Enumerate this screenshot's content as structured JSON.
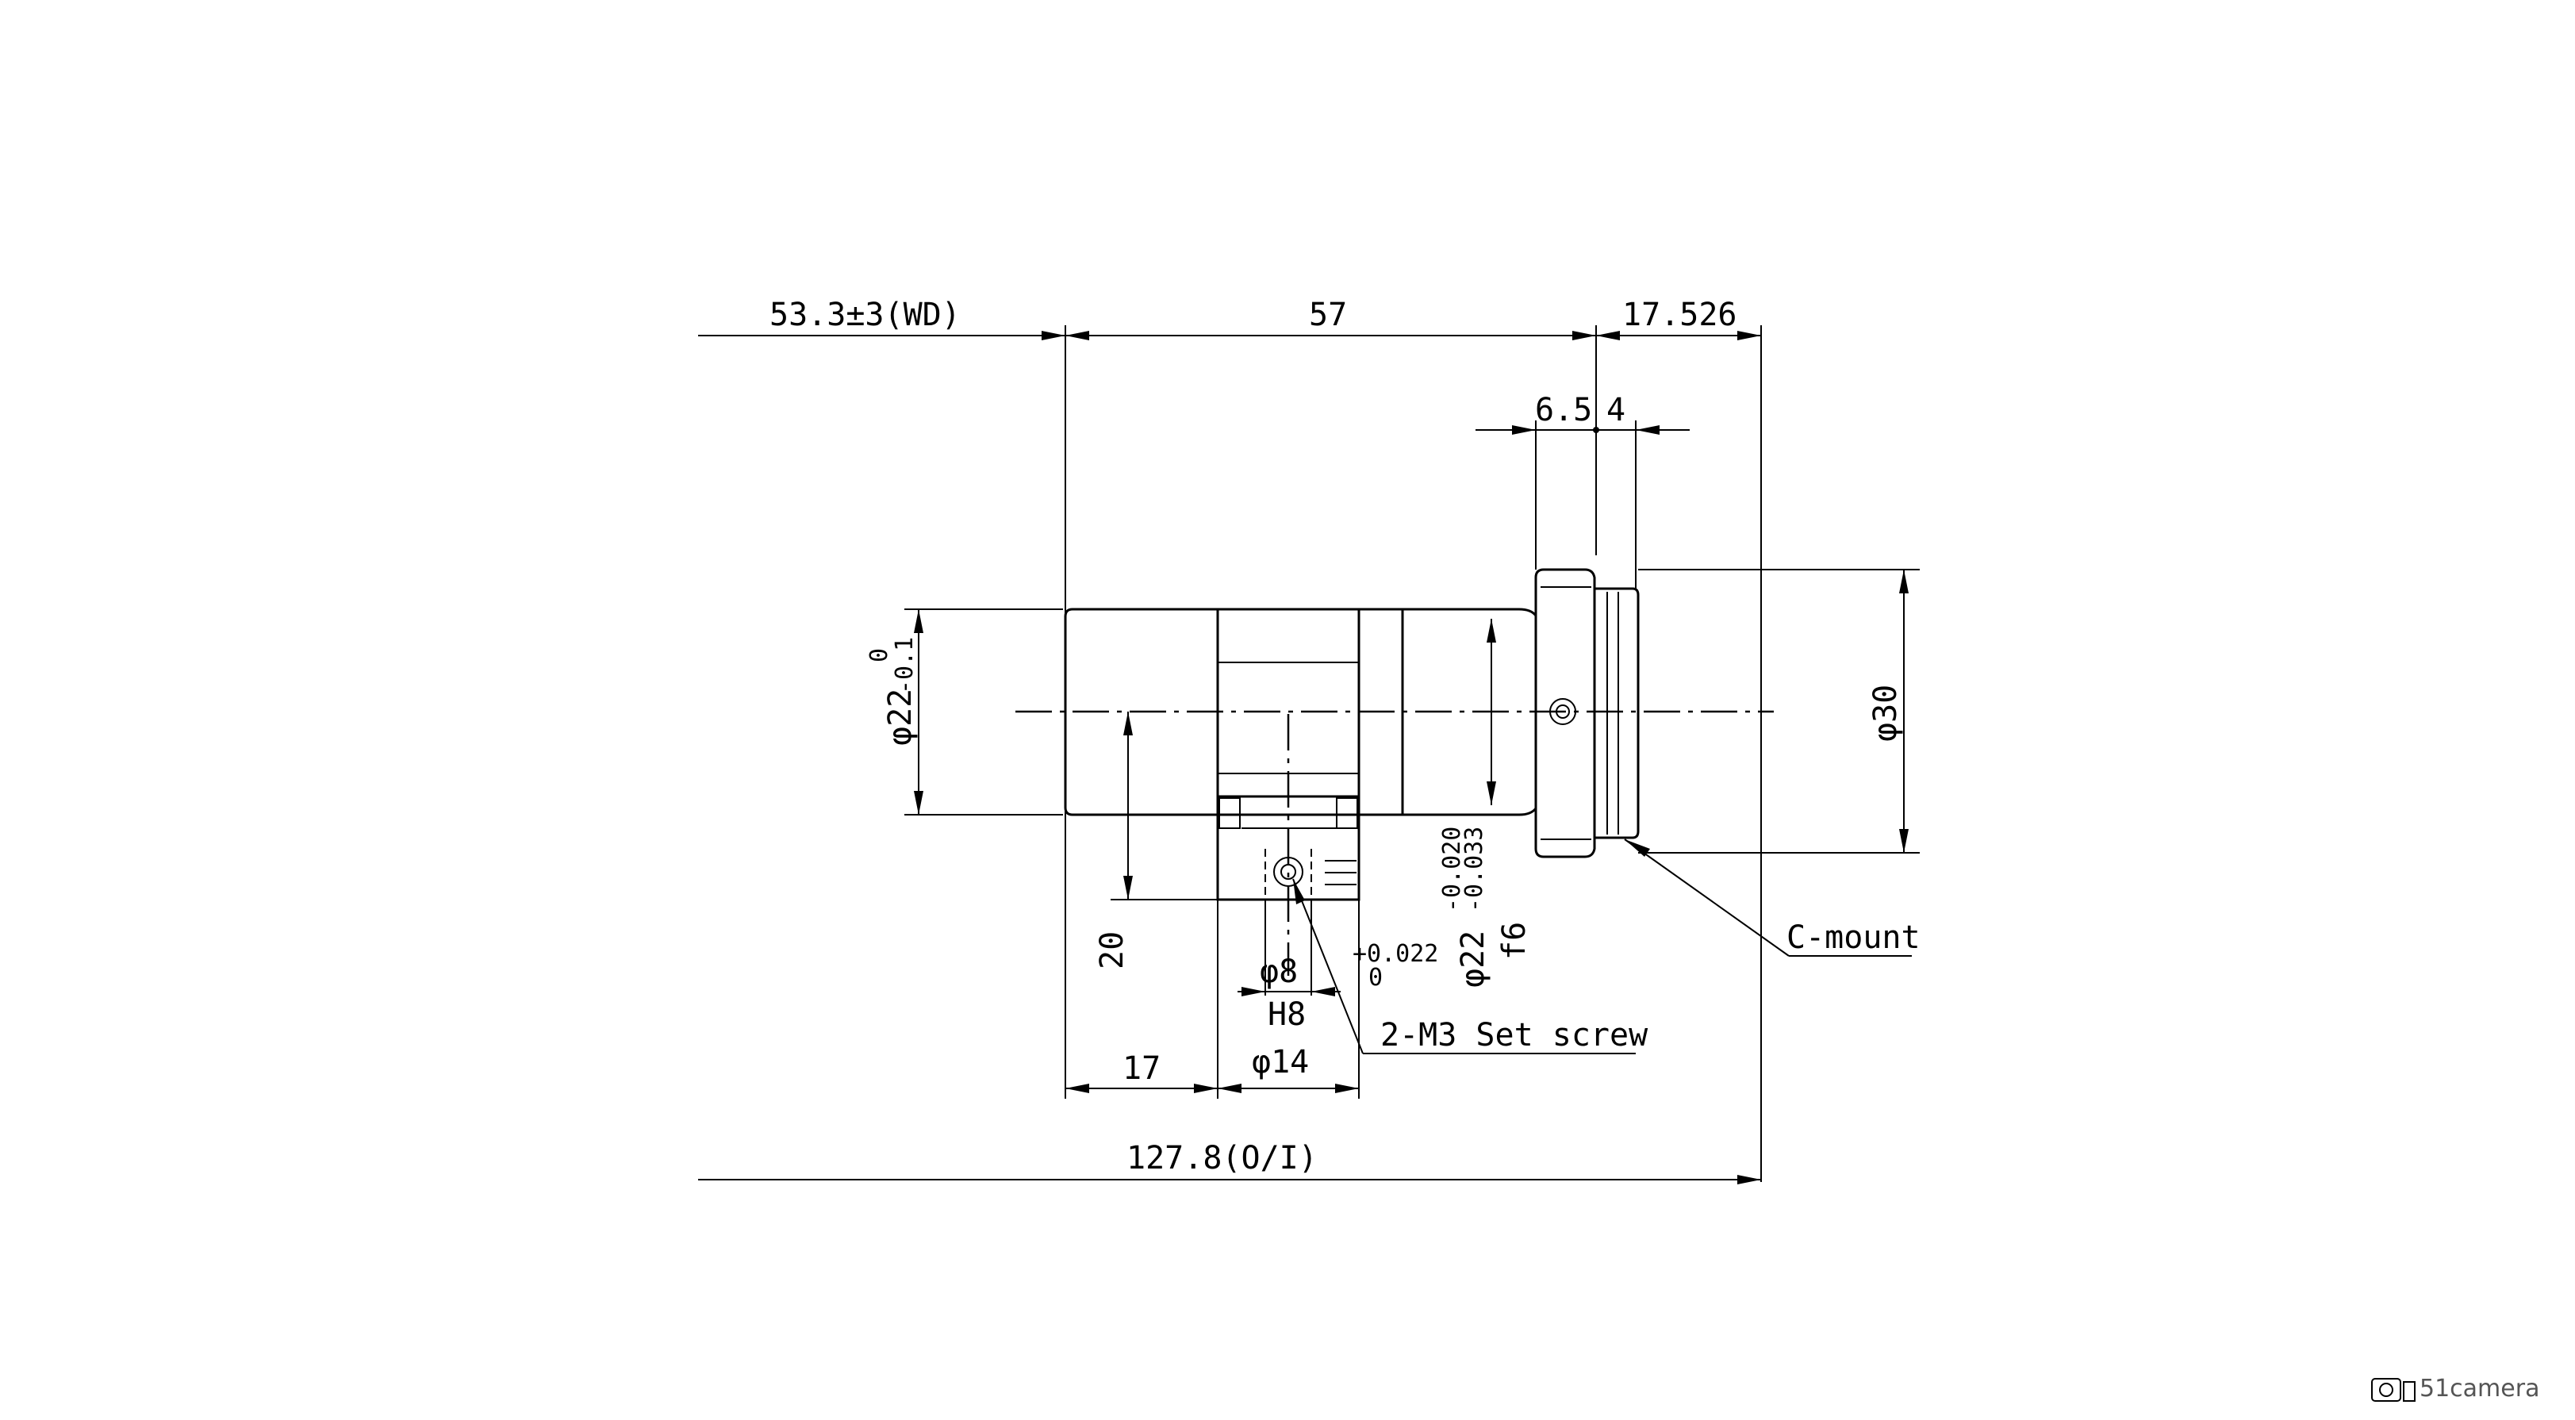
{
  "dimensions": {
    "working_distance": "53.3±3(WD)",
    "body_length": "57",
    "flange": "17.526",
    "seg_a": "6.5",
    "seg_b": "4",
    "diameter_left": "φ22",
    "diameter_left_tol_upper": "0",
    "diameter_left_tol_lower": "-0.1",
    "diameter_right": "φ30",
    "height_20": "20",
    "hole_diameter": "φ8",
    "hole_fit": "H8",
    "hole_tol_upper": "+0.022",
    "hole_tol_lower": "0",
    "shaft_diameter": "φ22",
    "shaft_tol_upper": "-0.020",
    "shaft_tol_lower": "-0.033",
    "shaft_fit": "f6",
    "offset_17": "17",
    "clamp_width": "φ14",
    "total_length": "127.8(O/I)"
  },
  "callouts": {
    "mount": "C-mount",
    "screw": "2-M3 Set screw"
  },
  "watermark": "51camera"
}
